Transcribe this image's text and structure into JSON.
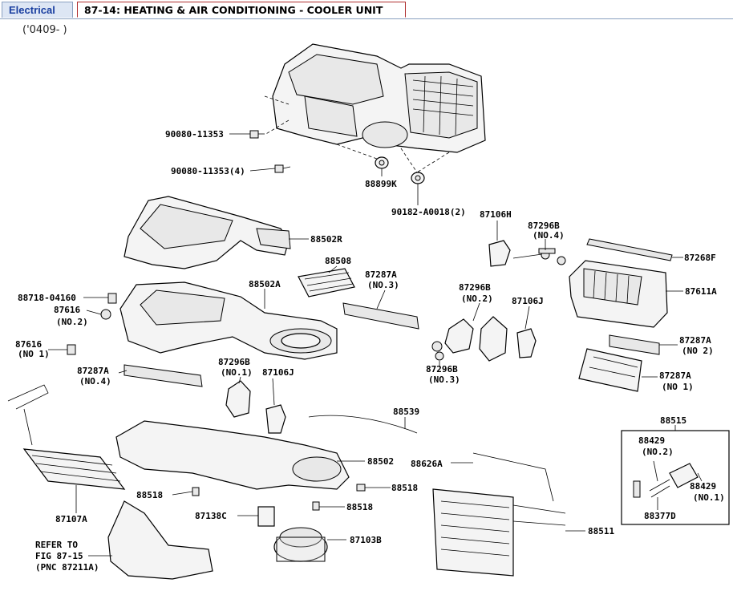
{
  "header": {
    "category_tab": "Electrical",
    "title_tab": "87-14: HEATING & AIR CONDITIONING - COOLER UNIT",
    "date_range": "('0409-      )"
  },
  "parts": [
    {
      "id": "p1",
      "number": "90080-11353"
    },
    {
      "id": "p2",
      "number": "90080-11353(4)"
    },
    {
      "id": "p3",
      "number": "88899K"
    },
    {
      "id": "p4",
      "number": "90182-A0018(2)"
    },
    {
      "id": "p5",
      "number": "88502R"
    },
    {
      "id": "p6",
      "number": "87106H"
    },
    {
      "id": "p7",
      "number": "87296B"
    },
    {
      "id": "p7q",
      "number": "(NO.4)"
    },
    {
      "id": "p8",
      "number": "87268F"
    },
    {
      "id": "p9",
      "number": "88508"
    },
    {
      "id": "p10",
      "number": "87287A"
    },
    {
      "id": "p10q",
      "number": "(NO.3)"
    },
    {
      "id": "p11",
      "number": "88502A"
    },
    {
      "id": "p12",
      "number": "87611A"
    },
    {
      "id": "p13",
      "number": "88718-04160"
    },
    {
      "id": "p14",
      "number": "87616"
    },
    {
      "id": "p14q",
      "number": "(NO.2)"
    },
    {
      "id": "p15",
      "number": "87296B"
    },
    {
      "id": "p15q",
      "number": "(NO.2)"
    },
    {
      "id": "p16",
      "number": "87106J"
    },
    {
      "id": "p17",
      "number": "87616"
    },
    {
      "id": "p17q",
      "number": "(NO 1)"
    },
    {
      "id": "p18",
      "number": "87287A"
    },
    {
      "id": "p18q",
      "number": "(NO 2)"
    },
    {
      "id": "p19",
      "number": "87296B"
    },
    {
      "id": "p19q",
      "number": "(NO.3)"
    },
    {
      "id": "p20",
      "number": "87287A"
    },
    {
      "id": "p20q",
      "number": "(NO.4)"
    },
    {
      "id": "p21",
      "number": "87296B"
    },
    {
      "id": "p21q",
      "number": "(NO.1)"
    },
    {
      "id": "p22",
      "number": "87106J"
    },
    {
      "id": "p23",
      "number": "87287A"
    },
    {
      "id": "p23q",
      "number": "(NO 1)"
    },
    {
      "id": "p24",
      "number": "88539"
    },
    {
      "id": "p25",
      "number": "88515"
    },
    {
      "id": "p26",
      "number": "88429"
    },
    {
      "id": "p26q",
      "number": "(NO.2)"
    },
    {
      "id": "p27",
      "number": "88502"
    },
    {
      "id": "p28",
      "number": "88626A"
    },
    {
      "id": "p29",
      "number": "88518"
    },
    {
      "id": "p30",
      "number": "88518"
    },
    {
      "id": "p31",
      "number": "88429"
    },
    {
      "id": "p31q",
      "number": "(NO.1)"
    },
    {
      "id": "p32",
      "number": "88377D"
    },
    {
      "id": "p33",
      "number": "87107A"
    },
    {
      "id": "p34",
      "number": "88518"
    },
    {
      "id": "p35",
      "number": "87138C"
    },
    {
      "id": "p36",
      "number": "88511"
    },
    {
      "id": "p37",
      "number": "87103B"
    },
    {
      "id": "p38",
      "number": "REFER TO"
    },
    {
      "id": "p39",
      "number": "FIG 87-15"
    },
    {
      "id": "p40",
      "number": "(PNC 87211A)"
    }
  ]
}
